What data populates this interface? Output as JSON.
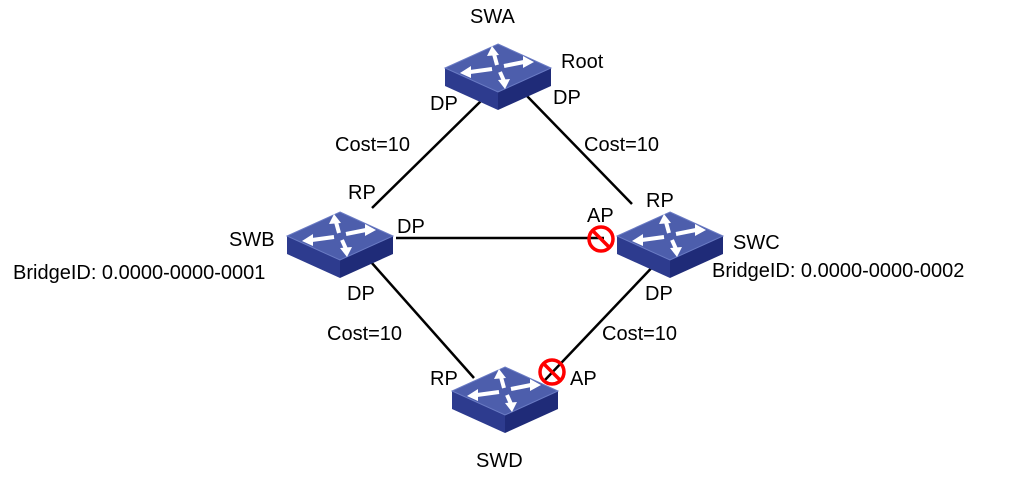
{
  "diagram": {
    "type": "STP topology",
    "colors": {
      "switch_top": "#4d5eac",
      "switch_side_left": "#2d3b8e",
      "switch_side_right": "#1f2b78",
      "link": "#000000",
      "blocked": "#ff0000"
    },
    "switches": [
      {
        "id": "SWA",
        "name": "SWA",
        "extra": "Root"
      },
      {
        "id": "SWB",
        "name": "SWB",
        "bridge_id": "BridgeID: 0.0000-0000-0001"
      },
      {
        "id": "SWC",
        "name": "SWC",
        "bridge_id": "BridgeID: 0.0000-0000-0002"
      },
      {
        "id": "SWD",
        "name": "SWD"
      }
    ],
    "links": [
      {
        "from": "SWA",
        "to": "SWB",
        "cost": "Cost=10",
        "from_port": "DP",
        "to_port": "RP",
        "blocked_end": null
      },
      {
        "from": "SWA",
        "to": "SWC",
        "cost": "Cost=10",
        "from_port": "DP",
        "to_port": "RP",
        "blocked_end": null
      },
      {
        "from": "SWB",
        "to": "SWC",
        "cost": "",
        "from_port": "DP",
        "to_port": "AP",
        "blocked_end": "SWC"
      },
      {
        "from": "SWB",
        "to": "SWD",
        "cost": "Cost=10",
        "from_port": "DP",
        "to_port": "RP",
        "blocked_end": null
      },
      {
        "from": "SWC",
        "to": "SWD",
        "cost": "Cost=10",
        "from_port": "DP",
        "to_port": "AP",
        "blocked_end": "SWD"
      }
    ]
  }
}
